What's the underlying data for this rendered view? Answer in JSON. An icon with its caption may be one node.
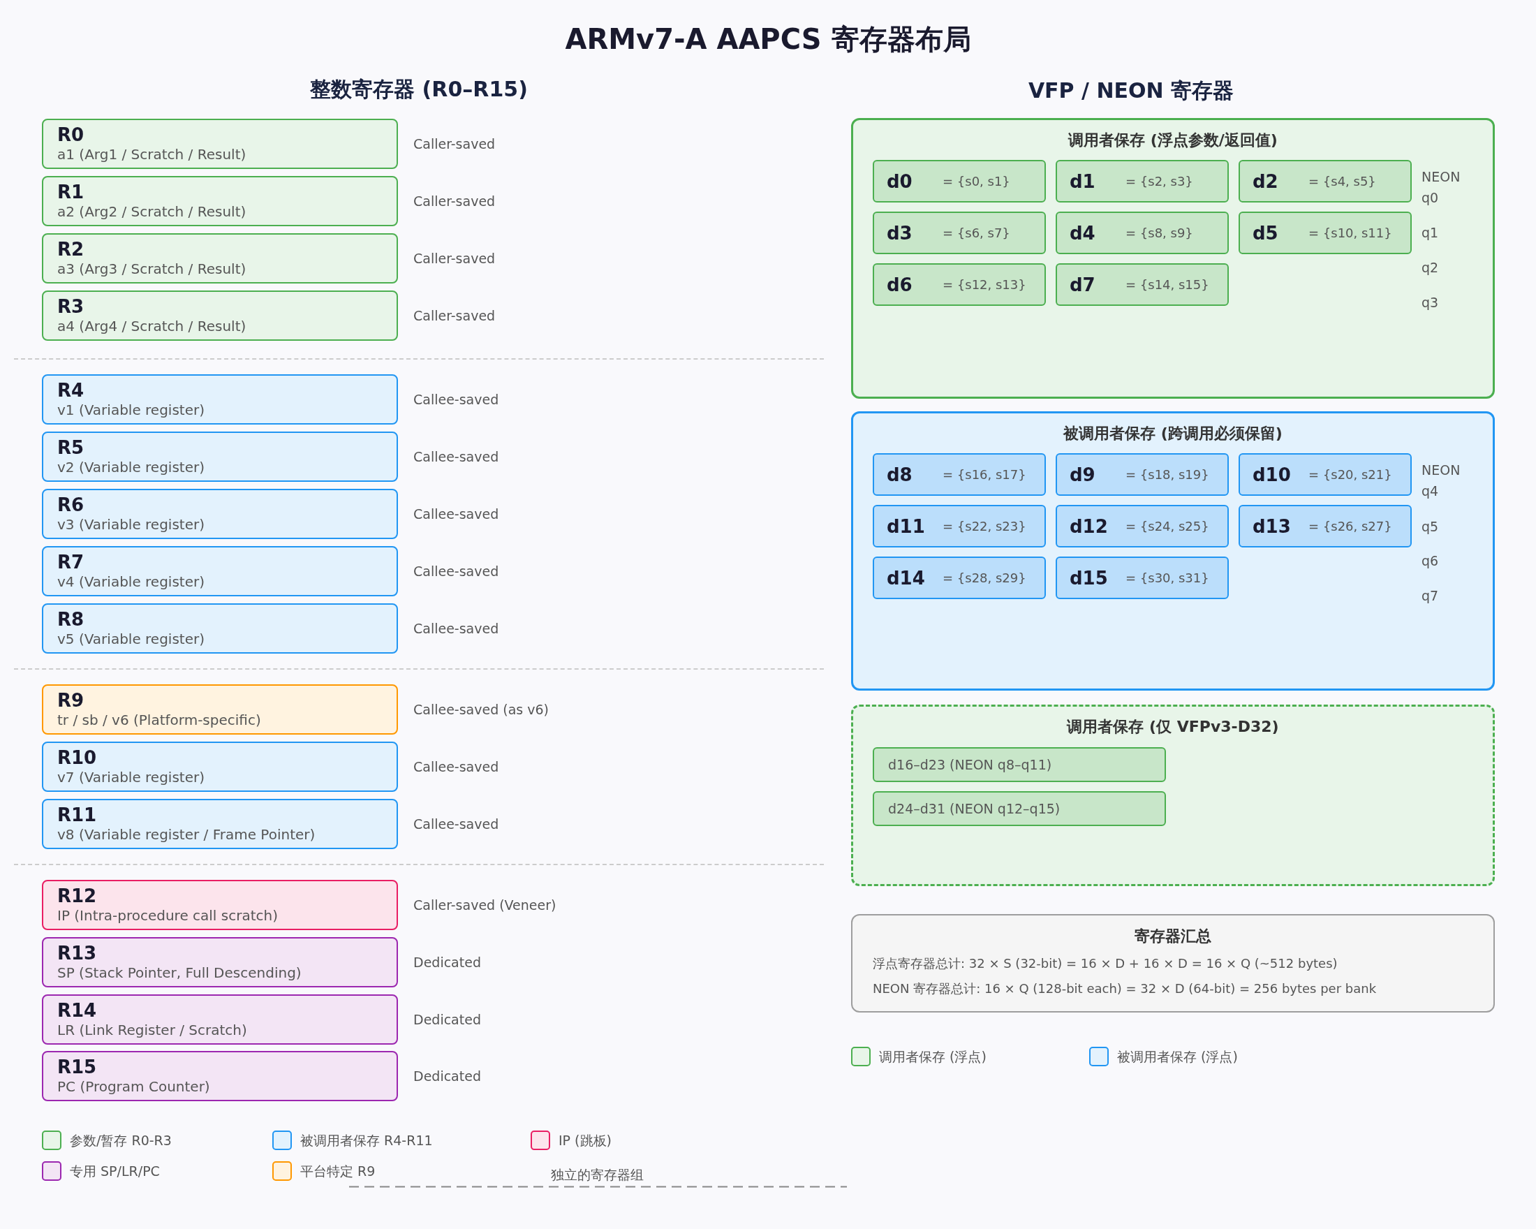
{
  "diagram": {
    "title": "ARMv7-A AAPCS 寄存器布局",
    "nodes": [
      {
        "text": [
          "R0",
          "a1 (Arg1 / Scratch / Result)"
        ],
        "beside": [
          "Caller-saved"
        ]
      },
      {
        "text": [
          "R1",
          "a2 (Arg2 / Scratch / Result)"
        ],
        "beside": [
          "Caller-saved"
        ]
      },
      {
        "text": [
          "R2",
          "a3 (Arg3 / Scratch / Result)"
        ],
        "beside": [
          "Caller-saved"
        ]
      },
      {
        "text": [
          "R3",
          "a4 (Arg4 / Scratch / Result)"
        ],
        "beside": [
          "Caller-saved"
        ]
      },
      {
        "text": [
          "R4",
          "v1 (Variable register)"
        ],
        "beside": [
          "Callee-saved"
        ]
      },
      {
        "text": [
          "R5",
          "v2 (Variable register)"
        ],
        "beside": [
          "Callee-saved"
        ]
      },
      {
        "text": [
          "R6",
          "v3 (Variable register)"
        ],
        "beside": [
          "Callee-saved"
        ]
      },
      {
        "text": [
          "R7",
          "v4 (Variable register)"
        ],
        "beside": [
          "Callee-saved"
        ]
      },
      {
        "text": [
          "R8",
          "v5 (Variable register)"
        ],
        "beside": [
          "Callee-saved"
        ]
      },
      {
        "text": [
          "R9",
          "tr / sb / v6 (Platform-specific)"
        ],
        "beside": [
          "Callee-saved (as v6)"
        ]
      },
      {
        "text": [
          "R10",
          "v7 (Variable register)"
        ],
        "beside": [
          "Callee-saved"
        ]
      },
      {
        "text": [
          "R11",
          "v8 (Variable register / Frame Pointer)"
        ],
        "beside": [
          "Callee-saved"
        ]
      },
      {
        "text": [
          "R12",
          "IP (Intra-procedure call scratch)"
        ],
        "beside": [
          "Caller-saved (Veneer)"
        ]
      },
      {
        "text": [
          "R13",
          "SP (Stack Pointer, Full Descending)"
        ],
        "beside": [
          "Dedicated"
        ]
      },
      {
        "text": [
          "R14",
          "LR (Link Register / Scratch)"
        ],
        "beside": [
          "Dedicated"
        ]
      },
      {
        "text": [
          "R15",
          "PC (Program Counter)"
        ],
        "beside": [
          "Dedicated"
        ]
      },
      {
        "text": [
          "调用者保存 (浮点参数/返回值)"
        ]
      },
      {
        "text": [
          "d0",
          "= {s0, s1}"
        ],
        "in": 16
      },
      {
        "text": [
          "d1",
          "= {s2, s3}"
        ],
        "in": 16
      },
      {
        "text": [
          "d2",
          "= {s4, s5}"
        ],
        "in": 16
      },
      {
        "text": [
          "d3",
          "= {s6, s7}"
        ],
        "in": 16
      },
      {
        "text": [
          "d4",
          "= {s8, s9}"
        ],
        "in": 16
      },
      {
        "text": [
          "d5",
          "= {s10, s11}"
        ],
        "in": 16
      },
      {
        "text": [
          "d6",
          "= {s12, s13}"
        ],
        "in": 16
      },
      {
        "text": [
          "d7",
          "= {s14, s15}"
        ],
        "in": 16
      },
      {
        "text": [
          "被调用者保存 (跨调用必须保留)"
        ]
      },
      {
        "text": [
          "d8",
          "= {s16, s17}"
        ],
        "in": 25
      },
      {
        "text": [
          "d9",
          "= {s18, s19}"
        ],
        "in": 25
      },
      {
        "text": [
          "d10",
          "= {s20, s21}"
        ],
        "in": 25
      },
      {
        "text": [
          "d11",
          "= {s22, s23}"
        ],
        "in": 25
      },
      {
        "text": [
          "d12",
          "= {s24, s25}"
        ],
        "in": 25
      },
      {
        "text": [
          "d13",
          "= {s26, s27}"
        ],
        "in": 25
      },
      {
        "text": [
          "d14",
          "= {s28, s29}"
        ],
        "in": 25
      },
      {
        "text": [
          "d15",
          "= {s30, s31}"
        ],
        "in": 25
      },
      {
        "text": [
          "调用者保存 (仅 VFPv3-D32)"
        ]
      },
      {
        "text": [
          "d16–d23 (NEON q8–q11)"
        ],
        "in": 34
      },
      {
        "text": [
          "d24–d31 (NEON q12–q15)"
        ],
        "in": 34
      },
      {
        "text": [
          "寄存器汇总",
          "浮点寄存器总计: 32 × S (32-bit) = 16 × D + 16 × D = 16 × Q (~512 bytes)",
          "NEON 寄存器总计: 16 × Q (128-bit each) = 32 × D (64-bit) = 256 bytes per bank"
        ]
      }
    ],
    "labels": [
      "整数寄存器 (R0–R15)",
      "VFP / NEON 寄存器",
      "NEON",
      "q0",
      "q1",
      "q2",
      "q3",
      "NEON",
      "q4",
      "q5",
      "q6",
      "q7"
    ],
    "legend": [
      {
        "text": "参数/暂存 R0-R3",
        "color": "#e8f5e9"
      },
      {
        "text": "被调用者保存 R4-R11",
        "color": "#e3f2fd"
      },
      {
        "text": "IP (跳板)",
        "color": "#fce4ec"
      },
      {
        "text": "专用 SP/LR/PC",
        "color": "#f3e5f5"
      },
      {
        "text": "平台特定 R9",
        "color": "#fff3e0"
      },
      {
        "text": "独立的寄存器组"
      },
      {
        "text": "调用者保存 (浮点)",
        "color": "#e8f5e9"
      },
      {
        "text": "被调用者保存 (浮点)",
        "color": "#e3f2fd"
      }
    ]
  }
}
